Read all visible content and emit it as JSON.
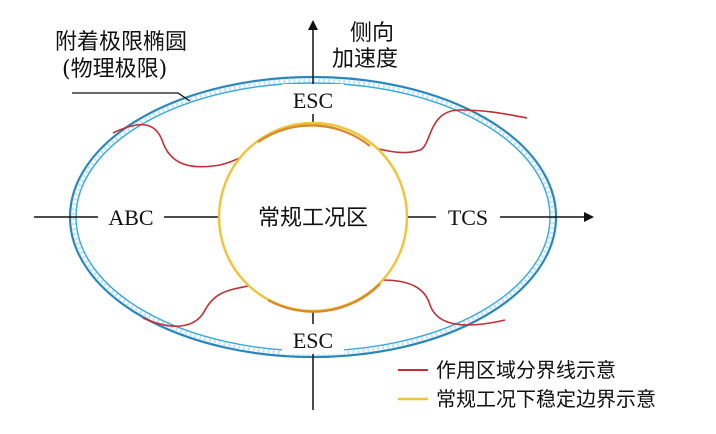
{
  "labels": {
    "lateral_accel_line1": "侧向",
    "lateral_accel_line2": "加速度",
    "attached_limit_line1": "附着极限椭圆",
    "attached_limit_line2": "(物理极限)",
    "esc_top": "ESC",
    "esc_bottom": "ESC",
    "abc": "ABC",
    "tcs": "TCS",
    "normal_zone": "常规工况区"
  },
  "legend": {
    "items": [
      {
        "label": "作用区域分界线示意",
        "color": "#c0303a"
      },
      {
        "label": "常规工况下稳定边界示意",
        "color": "#f0c43a"
      }
    ]
  },
  "colors": {
    "ellipse_outer": "#2a86b8",
    "ellipse_inner": "#3aa7d6",
    "axis": "#111111"
  }
}
